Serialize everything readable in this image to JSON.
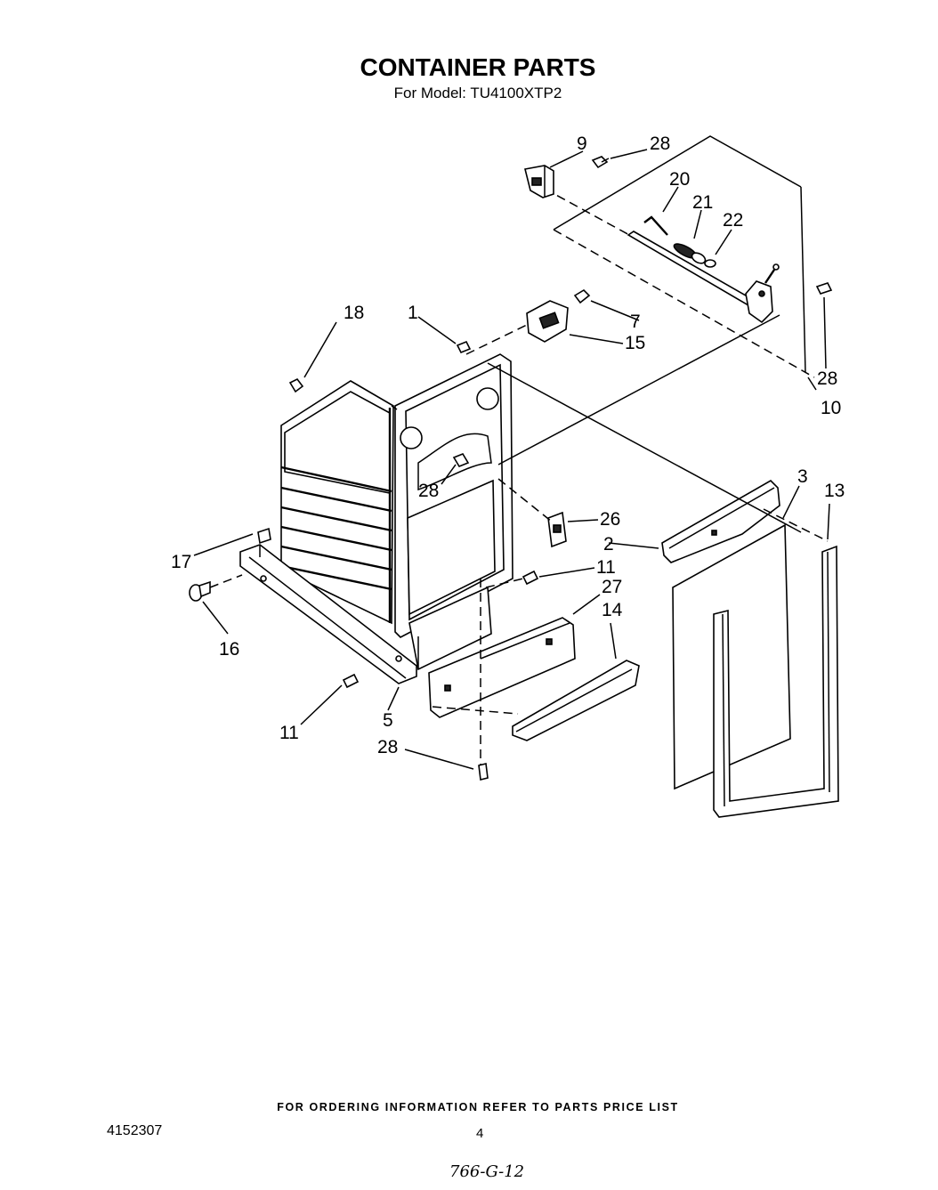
{
  "header": {
    "title": "CONTAINER PARTS",
    "subtitle": "For Model: TU4100XTP2"
  },
  "callouts": {
    "c9": "9",
    "c28_top": "28",
    "c20": "20",
    "c21": "21",
    "c22": "22",
    "c18": "18",
    "c1": "1",
    "c7": "7",
    "c15": "15",
    "c28_right": "28",
    "c10": "10",
    "c28_mid": "28",
    "c26": "26",
    "c3": "3",
    "c13": "13",
    "c2": "2",
    "c17": "17",
    "c11_right": "11",
    "c27": "27",
    "c14": "14",
    "c16": "16",
    "c11_left": "11",
    "c5": "5",
    "c28_bottom": "28"
  },
  "footer": {
    "ordering_note": "FOR ORDERING INFORMATION REFER TO PARTS PRICE LIST",
    "doc_number": "4152307",
    "page_number": "4",
    "handwritten_code": "766-G-12"
  }
}
